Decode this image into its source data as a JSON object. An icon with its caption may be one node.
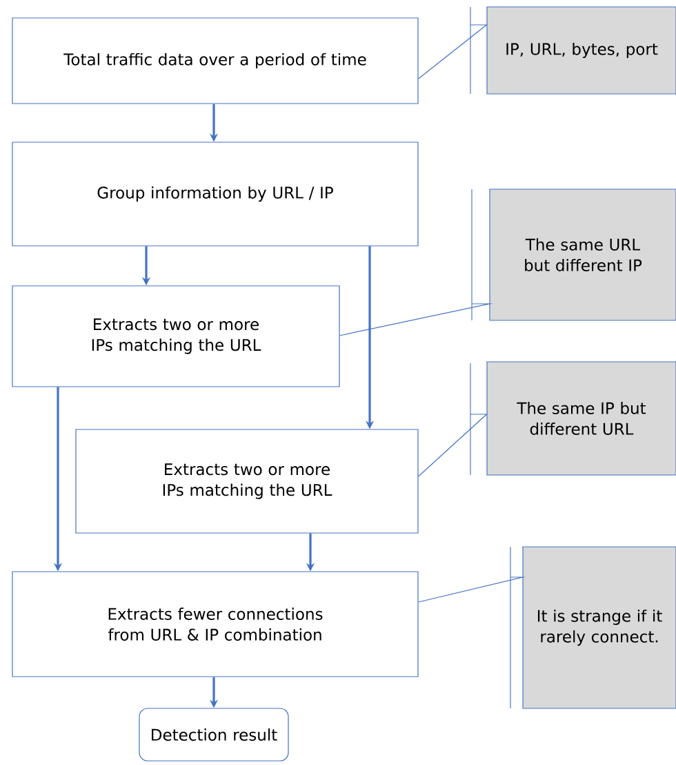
{
  "diagram": {
    "nodes": [
      {
        "text": [
          "Total traffic data over a period of time"
        ]
      },
      {
        "text": [
          "Group information by URL / IP"
        ]
      },
      {
        "text": [
          "Extracts two or more IPs matching the URL"
        ]
      },
      {
        "text": [
          "Extracts two or more IPs matching the URL"
        ]
      },
      {
        "text": [
          "Extracts fewer connections from URL & IP combination"
        ]
      },
      {
        "text": [
          "Detection result"
        ]
      },
      {
        "text": [
          "IP, URL, bytes, port"
        ]
      },
      {
        "text": [
          "The same URL but different IP"
        ]
      },
      {
        "text": [
          "The same IP but different URL"
        ]
      },
      {
        "text": [
          "It is strange if it rarely connect."
        ]
      }
    ],
    "edges": [
      {
        "from": 0,
        "to": 1,
        "arrow": "to"
      },
      {
        "from": 1,
        "to": 2,
        "arrow": "to"
      },
      {
        "from": 1,
        "to": 3,
        "arrow": "to"
      },
      {
        "from": 2,
        "to": 4,
        "arrow": "to"
      },
      {
        "from": 3,
        "to": 4,
        "arrow": "to"
      },
      {
        "from": 4,
        "to": 5,
        "arrow": "to"
      },
      {
        "from": 0,
        "to": 6,
        "arrow": "none"
      },
      {
        "from": 2,
        "to": 7,
        "arrow": "none"
      },
      {
        "from": 3,
        "to": 8,
        "arrow": "none"
      },
      {
        "from": 4,
        "to": 9,
        "arrow": "none"
      }
    ]
  }
}
